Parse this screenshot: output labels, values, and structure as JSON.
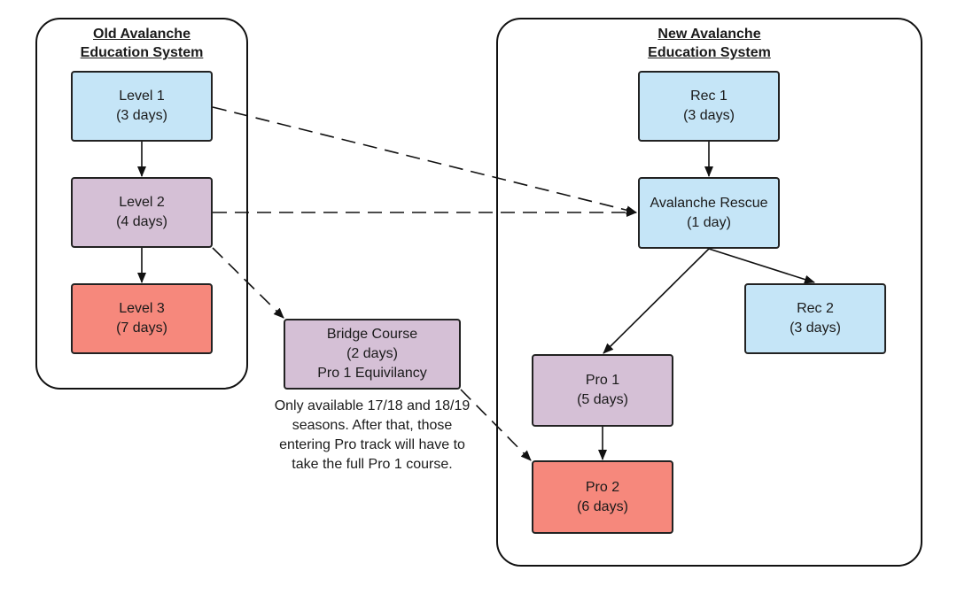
{
  "old_system": {
    "title_line1": "Old Avalanche",
    "title_line2": "Education System",
    "level1": {
      "name": "Level 1",
      "duration": "(3 days)"
    },
    "level2": {
      "name": "Level 2",
      "duration": "(4 days)"
    },
    "level3": {
      "name": "Level 3",
      "duration": "(7 days)"
    }
  },
  "bridge": {
    "name": "Bridge Course",
    "duration": "(2 days)",
    "subtitle": "Pro 1 Equivilancy",
    "note": "Only available 17/18 and 18/19 seasons. After that, those entering Pro track will have to take the full Pro 1 course."
  },
  "new_system": {
    "title_line1": "New Avalanche",
    "title_line2": "Education System",
    "rec1": {
      "name": "Rec 1",
      "duration": "(3 days)"
    },
    "rescue": {
      "name": "Avalanche Rescue",
      "duration": "(1 day)"
    },
    "rec2": {
      "name": "Rec 2",
      "duration": "(3 days)"
    },
    "pro1": {
      "name": "Pro 1",
      "duration": "(5 days)"
    },
    "pro2": {
      "name": "Pro 2",
      "duration": "(6 days)"
    }
  },
  "colors": {
    "rec": "#c5e5f7",
    "pro_mid": "#d5c0d6",
    "advanced": "#f6887c"
  }
}
